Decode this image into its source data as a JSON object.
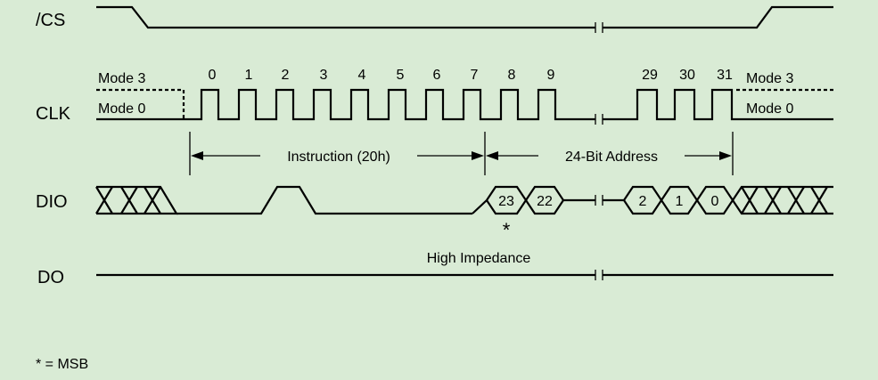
{
  "signals": {
    "cs": "/CS",
    "clk": "CLK",
    "dio": "DIO",
    "do": "DO"
  },
  "modes": {
    "mode3_left": "Mode 3",
    "mode0_left": "Mode 0",
    "mode3_right": "Mode 3",
    "mode0_right": "Mode 0"
  },
  "clock_numbers": [
    "0",
    "1",
    "2",
    "3",
    "4",
    "5",
    "6",
    "7",
    "8",
    "9",
    "29",
    "30",
    "31"
  ],
  "spans": {
    "instruction": "Instruction (20h)",
    "address": "24-Bit Address"
  },
  "dio_bits": [
    "23",
    "22",
    "2",
    "1",
    "0"
  ],
  "msb_marker": "*",
  "high_impedance": "High Impedance",
  "legend": "* = MSB",
  "colors": {
    "background": "#d9ebd5",
    "line": "#000000"
  }
}
